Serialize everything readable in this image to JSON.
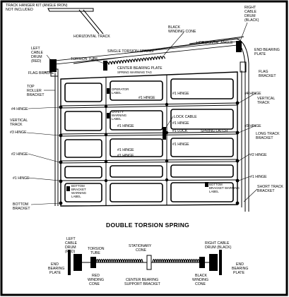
{
  "diagram": {
    "title": "DOUBLE TORSION SPRING",
    "top_labels": {
      "track_hanger_kit": [
        "TRACK HANGER KIT (ANGLE IRON)",
        "NOT INCLUDED"
      ],
      "horizontal_track": "HORIZONTAL TRACK",
      "black_winding_cone": [
        "BLACK",
        "WINDING CONE"
      ],
      "right_cable_drum": [
        "RIGHT",
        "CABLE",
        "DRUM",
        "(BLACK)"
      ],
      "horizontal_angle": "HORIZONTAL ANGLE",
      "end_bearing_plate": [
        "END BEARING",
        "PLATE"
      ],
      "left_cable_drum": [
        "LEFT",
        "CABLE",
        "DRUM",
        "(RED)"
      ],
      "torsion_tube": "TORSION TUBE",
      "single_torsion_spring": "SINGLE TORSION SPRING",
      "center_bearing_plate": "CENTER BEARING PLATE",
      "spring_warning_tag": "SPRING WARNING TAG",
      "flag_bracket_left": "FLAG BRACKET",
      "flag_bracket_right": [
        "FLAG",
        "BRACKET"
      ]
    },
    "door_labels": {
      "top_roller_bracket": [
        "TOP",
        "ROLLER",
        "BRACKET"
      ],
      "hinge4_left": "#4 HINGE",
      "vertical_track_left": [
        "VERTICAL",
        "TRACK"
      ],
      "hinge3_left": "#3 HINGE",
      "hinge2_left": "#2 HINGE",
      "hinge1_left": "#1 HINGE",
      "bottom_bracket": [
        "BOTTOM",
        "BRACKET"
      ],
      "operator_label": [
        "OPERATOR",
        "LABEL"
      ],
      "safety_warning_label": [
        "SAFETY",
        "WARNING",
        "LABEL"
      ],
      "bottom_bracket_warning_label": [
        "BOTTOM",
        "BRACKET",
        "WARNING",
        "LABEL"
      ],
      "hinge1_a": "#1 HINGE",
      "hinge1_b": "#1 HINGE",
      "hinge1_c": "#1 HINGE",
      "hinge1_d": "#1 HINGE",
      "hinge1_e": "#1 HINGE",
      "hinge1_f": "#1 HINGE",
      "hinge1_g": "#1 HINGE",
      "lock_cable": "LOCK CABLE",
      "one_lock": "#1 LOCK",
      "spring_latch": "SPRING LATCH",
      "hinge4_right": "#4 HINGE",
      "vertical_track_right": [
        "VERTICAL",
        "TRACK"
      ],
      "hinge3_right": "#3 HINGE",
      "long_track_bracket": [
        "LONG TRACK",
        "BRACKET"
      ],
      "hinge2_right": "#2 HINGE",
      "hinge1_right": "#1 HINGE",
      "bottom_bracket_warning_label_right": [
        "BOTTOM",
        "BRACKET WARNING",
        "LABEL"
      ],
      "short_track_bracket": [
        "SHORT TRACK",
        "BRACKET"
      ]
    },
    "bottom_labels": {
      "left_cable_drum": [
        "LEFT",
        "CABLE",
        "DRUM",
        "(RED)"
      ],
      "torsion_tube": [
        "TORSION",
        "TUBE"
      ],
      "end_bearing_plate_left": [
        "END",
        "BEARING",
        "PLATE"
      ],
      "red_winding_cone": [
        "RED",
        "WINDING",
        "CONE"
      ],
      "stationary_cone": [
        "STATIONARY",
        "CONE"
      ],
      "center_bearing_support_bracket": [
        "CENTER BEARING",
        "SUPPORT BRACKET"
      ],
      "black_winding_cone": [
        "BLACK",
        "WINDING",
        "CONE"
      ],
      "right_cable_drum": [
        "RIGHT CABLE",
        "DRUM (BLACK)"
      ],
      "end_bearing_plate_right": [
        "END",
        "BEARING",
        "PLATE"
      ]
    }
  }
}
